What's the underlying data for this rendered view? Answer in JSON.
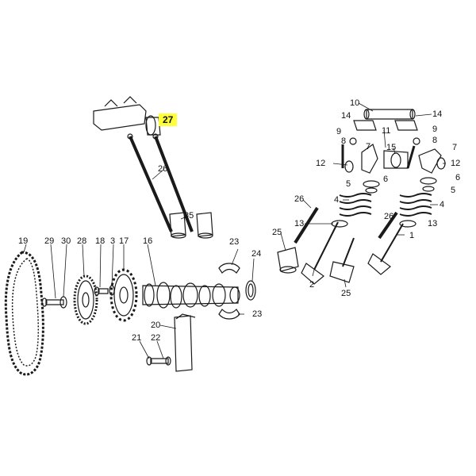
{
  "highlight_color": "#ffff3a",
  "ink_color": "#1a1a1a",
  "parts": {
    "p1": "1",
    "p2": "2",
    "p3": "3",
    "p4a": "4",
    "p4b": "4",
    "p5a": "5",
    "p5b": "5",
    "p6a": "6",
    "p6b": "6",
    "p7a": "7",
    "p7b": "7",
    "p8a": "8",
    "p8b": "8",
    "p9a": "9",
    "p9b": "9",
    "p10": "10",
    "p11": "11",
    "p12a": "12",
    "p12b": "12",
    "p13a": "13",
    "p13b": "13",
    "p14a": "14",
    "p14b": "14",
    "p15": "15",
    "p16": "16",
    "p17": "17",
    "p18": "18",
    "p19": "19",
    "p20": "20",
    "p21": "21",
    "p22": "22",
    "p23a": "23",
    "p23b": "23",
    "p24": "24",
    "p25a": "25",
    "p25b": "25",
    "p25c": "25",
    "p26a": "26",
    "p26b": "26",
    "p26c": "26",
    "p27": "27",
    "p28": "28",
    "p29": "29",
    "p30": "30"
  }
}
